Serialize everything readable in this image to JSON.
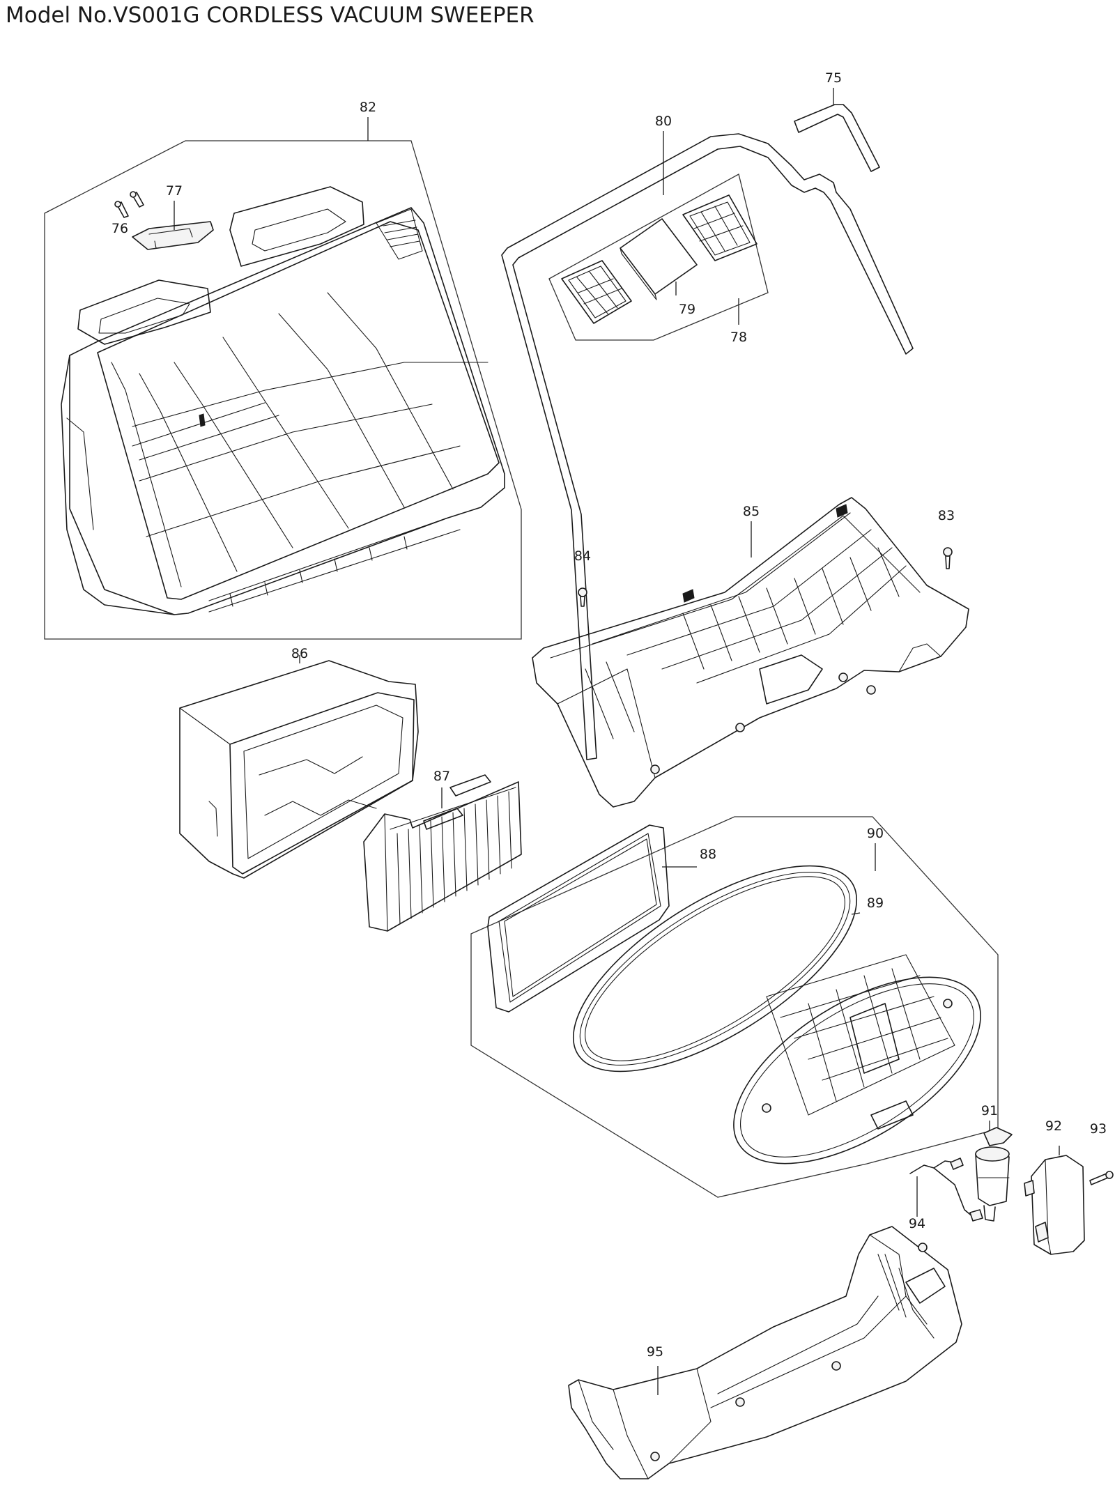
{
  "title": "Model No.VS001G CORDLESS VACUUM SWEEPER",
  "callouts": {
    "p75": "75",
    "p76": "76",
    "p77": "77",
    "p78": "78",
    "p79": "79",
    "p80": "80",
    "p82": "82",
    "p83": "83",
    "p84": "84",
    "p85": "85",
    "p86": "86",
    "p87": "87",
    "p88": "88",
    "p89": "89",
    "p90": "90",
    "p91": "91",
    "p92": "92",
    "p93": "93",
    "p94": "94",
    "p95": "95"
  },
  "colors": {
    "ink": "#1a1a1a",
    "paper": "#ffffff"
  }
}
